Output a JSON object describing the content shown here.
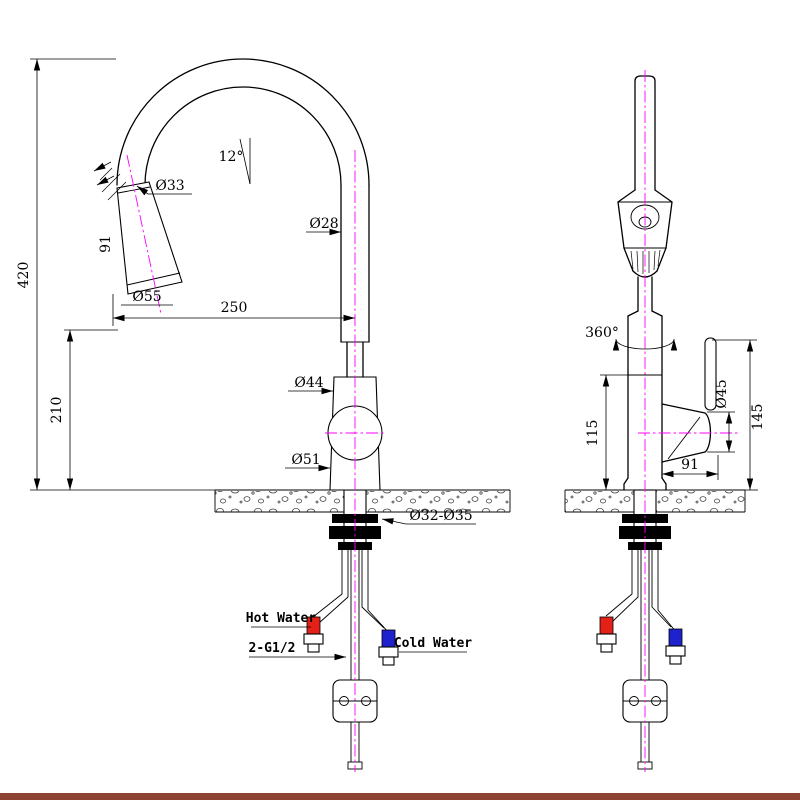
{
  "front": {
    "total_height": "420",
    "spout_height": "210",
    "spout_reach": "250",
    "spray_angle": "12°",
    "spray_top_diameter": "Ø33",
    "spray_length": "91",
    "spray_bottom_diameter": "Ø55",
    "spout_tube_diameter": "Ø28",
    "body_diameter": "Ø44",
    "base_diameter": "Ø51",
    "mount_hole_range": "Ø32-Ø35",
    "hot_water_label": "Hot Water",
    "supply_thread_label": "2-G1/2",
    "cold_water_label": "Cold Water"
  },
  "side": {
    "swivel_angle": "360°",
    "body_height": "115",
    "handle_top_height": "145",
    "handle_reach": "91",
    "handle_diameter": "Ø45"
  },
  "colors": {
    "hot": "#e32119",
    "cold": "#1e22cc",
    "centerline": "#ff00ff",
    "outline": "#000000",
    "bottom_bar": "#8e4233"
  }
}
